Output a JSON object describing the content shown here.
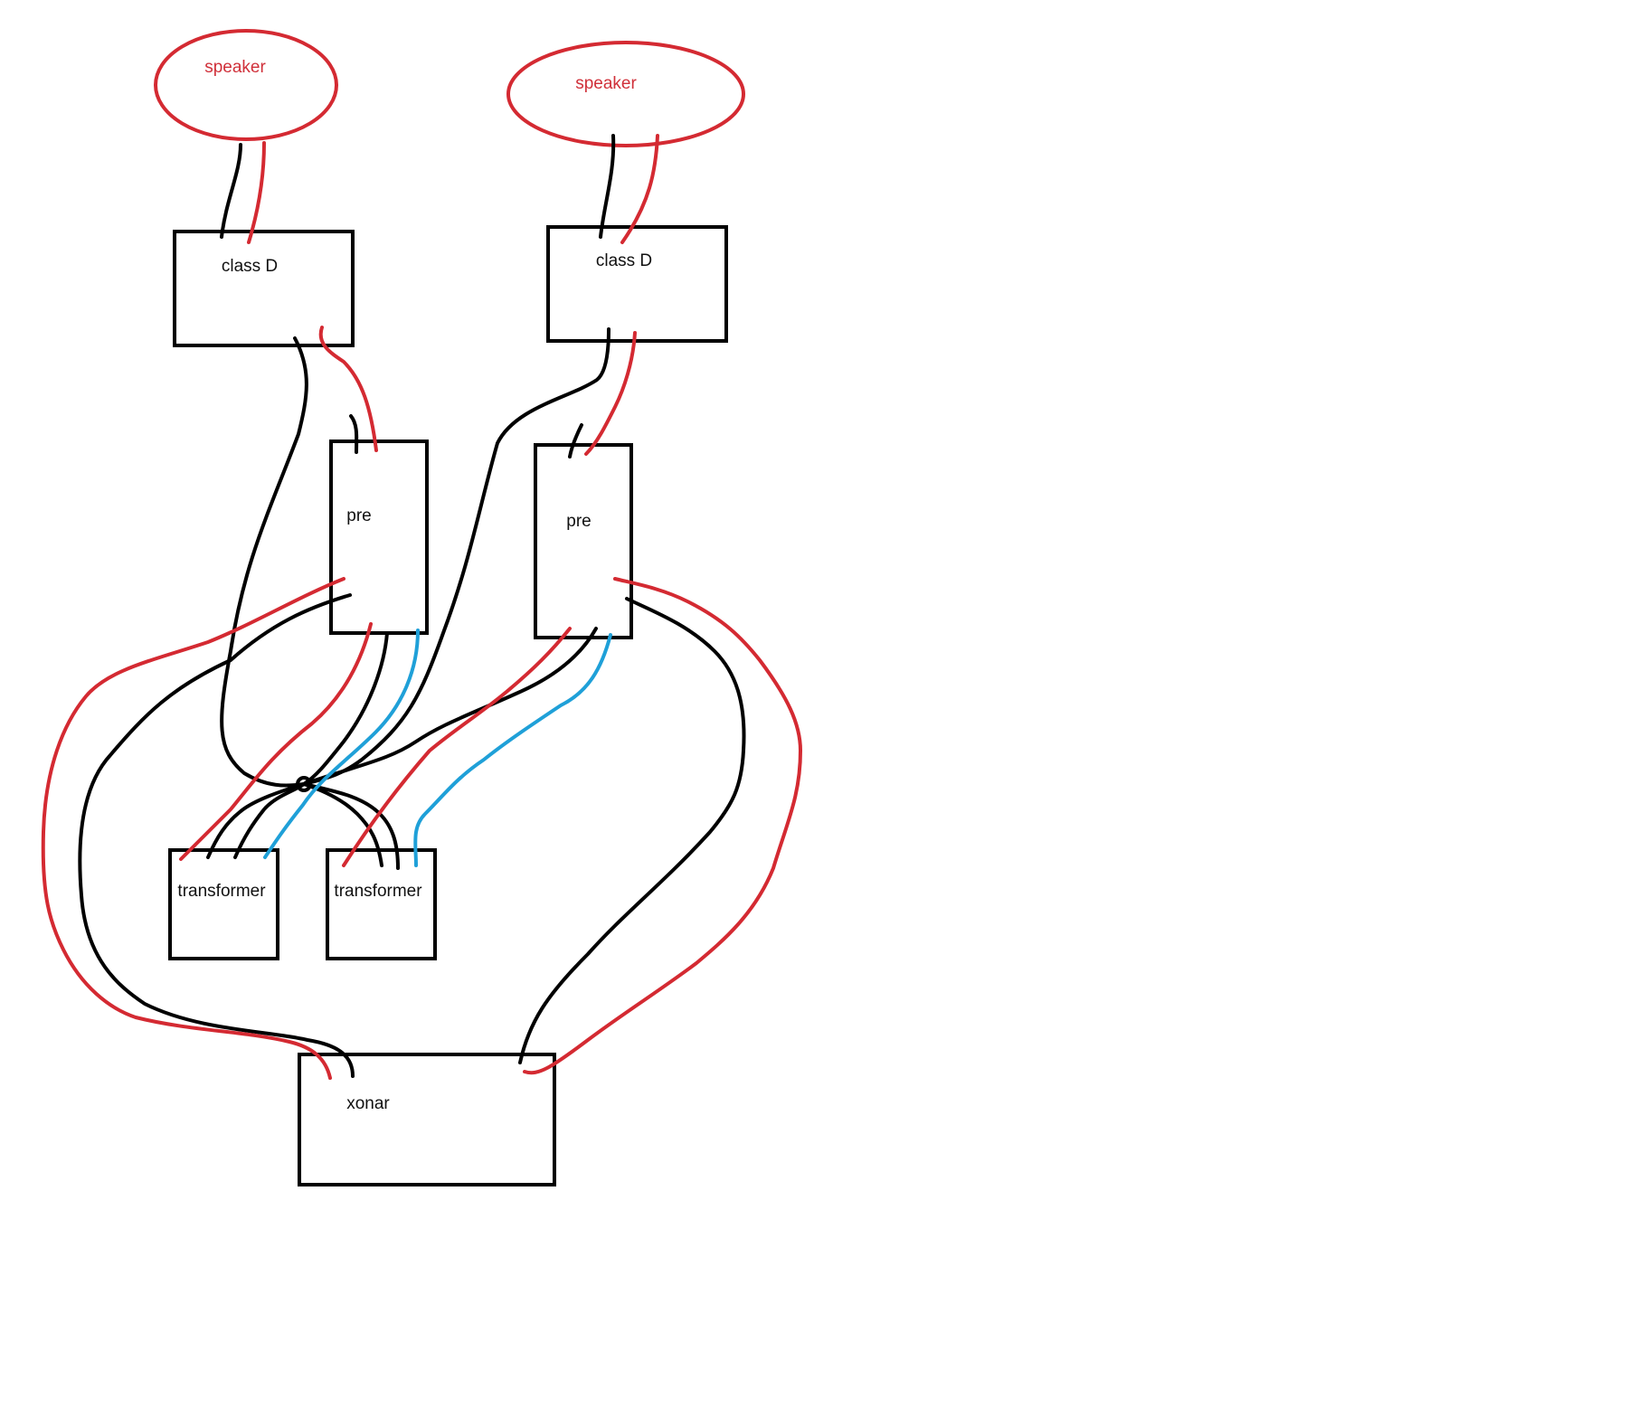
{
  "diagram": {
    "colors": {
      "background": "#ffffff",
      "box_stroke": "#000000",
      "speaker_stroke": "#d42a32",
      "speaker_text": "#d0303a",
      "box_text": "#111111",
      "wire_black": "#000000",
      "wire_red": "#d42a32",
      "wire_blue": "#1fa0d8"
    },
    "speakers": [
      {
        "label": "speaker"
      },
      {
        "label": "speaker"
      }
    ],
    "amps": [
      {
        "label": "class D"
      },
      {
        "label": "class D"
      }
    ],
    "preamps": [
      {
        "label": "pre"
      },
      {
        "label": "pre"
      }
    ],
    "transformers": [
      {
        "label": "transformer"
      },
      {
        "label": "transformer"
      }
    ],
    "source": {
      "label": "xonar"
    }
  }
}
